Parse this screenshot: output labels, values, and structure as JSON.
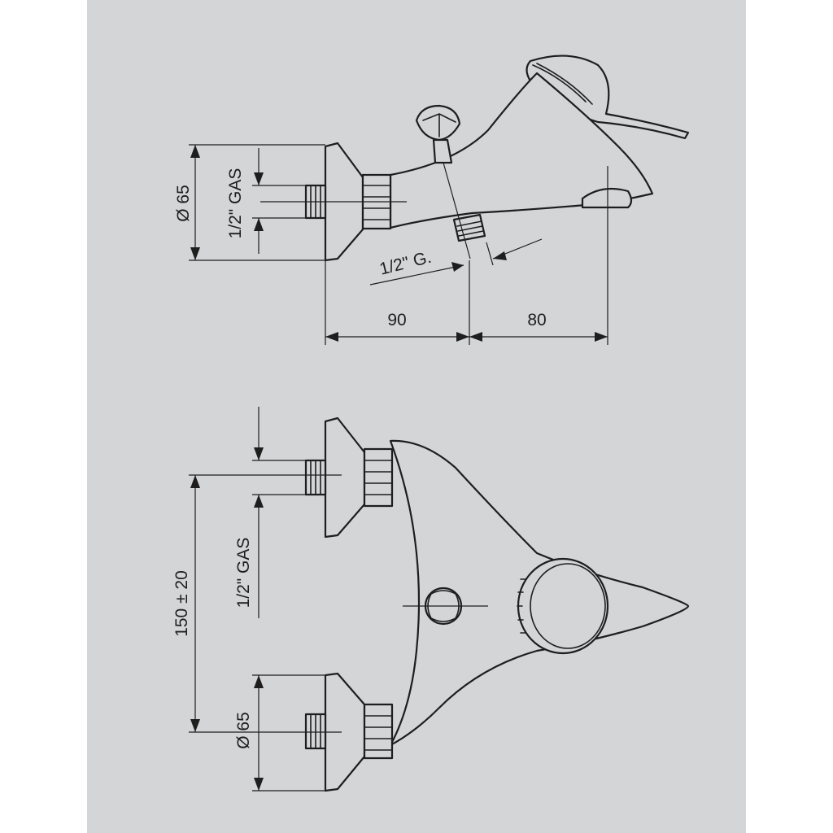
{
  "drawing": {
    "top_view": {
      "diameter_label": "Ø 65",
      "inlet_thread_label": "1/2\" GAS",
      "outlet_thread_label": "1/2\" G.",
      "dim_left": "90",
      "dim_right": "80"
    },
    "front_view": {
      "centers_label": "150 ± 20",
      "inlet_thread_label": "1/2\" GAS",
      "diameter_label": "Ø 65"
    }
  },
  "colors": {
    "background": "#d4d5d7",
    "line": "#1e1e1e",
    "page": "#ffffff"
  }
}
